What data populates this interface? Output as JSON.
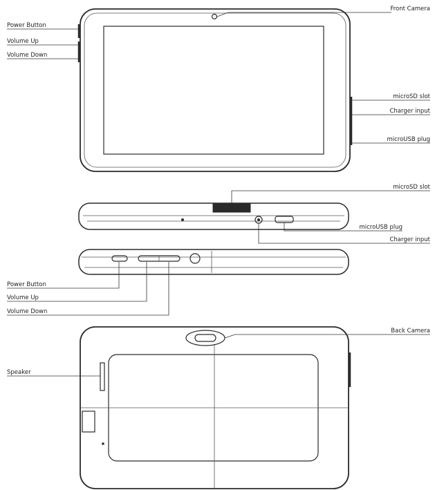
{
  "labels": {
    "front_camera": "Front Camera",
    "power_button_front": "Power Button",
    "volume_up_front": "Volume Up",
    "volume_down_front": "Volume Down",
    "microsd_slot_side": "microSD slot",
    "charger_input_side": "Charger input",
    "microusb_plug_side": "microUSB plug",
    "microsd_slot_top": "microSD slot",
    "microusb_plug_top": "microUSB plug",
    "charger_input_top": "Charger input",
    "power_button_bottom": "Power Button",
    "volume_up_bottom": "Volume Up",
    "volume_down_bottom": "Volume Down",
    "back_camera": "Back Camera",
    "speaker": "Speaker"
  }
}
